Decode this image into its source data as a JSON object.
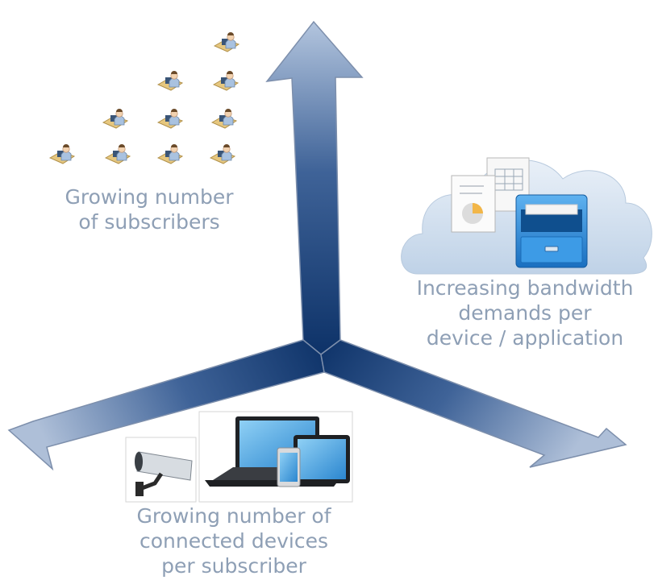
{
  "labels": {
    "subscribers": [
      "Growing number",
      "of subscribers"
    ],
    "bandwidth": [
      "Increasing bandwidth",
      "demands per",
      "device / application"
    ],
    "devices": [
      "Growing number of",
      "connected devices",
      "per subscriber"
    ]
  },
  "colors": {
    "label_text": "#8e9fb5",
    "arrow_light": "#aebfd8",
    "arrow_dark": "#0d3268",
    "cloud": "#c9d9ea",
    "folder_blue": "#2f8fdc"
  },
  "icons": {
    "subscriber": "person-at-desk-icon",
    "cloud": "cloud-icon",
    "documents": "document-icon",
    "cabinet": "file-cabinet-icon",
    "camera": "security-camera-icon",
    "devices": "laptop-tablet-phone-icon"
  }
}
